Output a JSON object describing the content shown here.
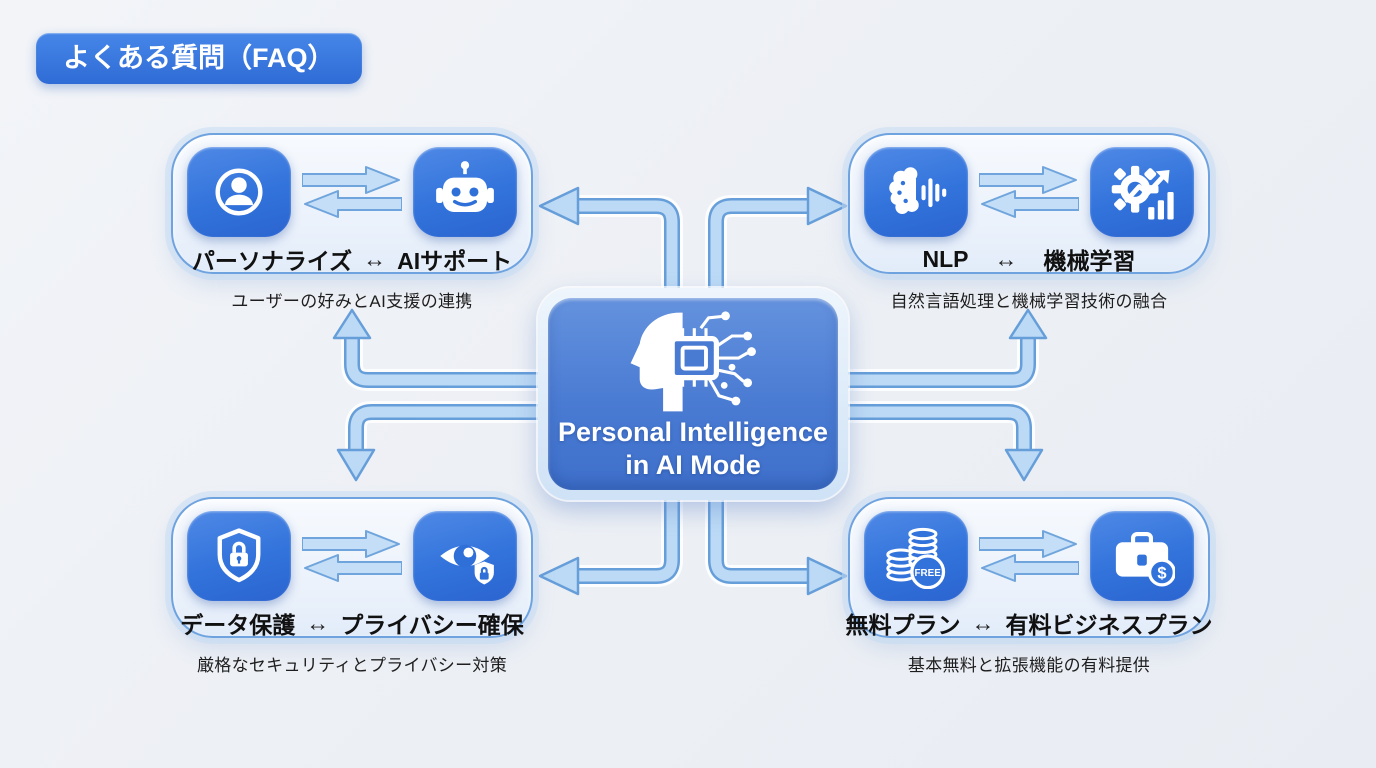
{
  "header": {
    "badge_label": "よくある質問（FAQ）"
  },
  "center": {
    "title_line1": "Personal Intelligence",
    "title_line2": "in AI Mode",
    "icon": "head-circuit-chip-icon"
  },
  "link_symbol": "↔",
  "quadrants": [
    {
      "position": "top-left",
      "term1": "パーソナライズ",
      "term2": "AIサポート",
      "subtitle": "ユーザーの好みとAI支援の連携",
      "icon1": "user-profile-icon",
      "icon2": "robot-assistant-icon"
    },
    {
      "position": "top-right",
      "term1": "NLP",
      "term2": "機械学習",
      "subtitle": "自然言語処理と機械学習技術の融合",
      "icon1": "brain-voice-icon",
      "icon2": "gear-analytics-icon"
    },
    {
      "position": "bottom-left",
      "term1": "データ保護",
      "term2": "プライバシー確保",
      "subtitle": "厳格なセキュリティとプライバシー対策",
      "icon1": "shield-lock-icon",
      "icon2": "eye-privacy-icon"
    },
    {
      "position": "bottom-right",
      "term1": "無料プラン",
      "term2": "有料ビジネスプラン",
      "subtitle": "基本無料と拡張機能の有料提供",
      "icon1": "coins-free-icon",
      "icon2": "briefcase-dollar-icon",
      "free_badge_label": "FREE",
      "dollar_symbol": "$"
    }
  ],
  "colors": {
    "accent_blue": "#3273db",
    "pipe_fill": "#bcdaf5",
    "pipe_stroke": "#669ed9",
    "box_border": "#6fa3e0",
    "background": "#edf0f5"
  }
}
